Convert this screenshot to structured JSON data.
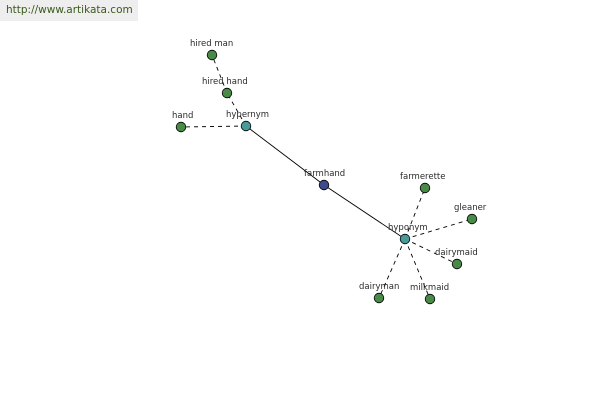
{
  "header": {
    "url": "http://www.artikata.com"
  },
  "colors": {
    "center": "#3d4b8c",
    "relation": "#4a9a9a",
    "word": "#4a8a48",
    "edge": "#000000",
    "url_text": "#3a5a1a",
    "url_bg": "#eeeeee"
  },
  "graph": {
    "nodes": [
      {
        "id": "farmhand",
        "label": "farmhand",
        "kind": "center"
      },
      {
        "id": "hypernym",
        "label": "hypernym",
        "kind": "relation"
      },
      {
        "id": "hyponym",
        "label": "hyponym",
        "kind": "relation"
      },
      {
        "id": "hand",
        "label": "hand",
        "kind": "word"
      },
      {
        "id": "hired-hand",
        "label": "hired hand",
        "kind": "word"
      },
      {
        "id": "hired-man",
        "label": "hired man",
        "kind": "word"
      },
      {
        "id": "farmerette",
        "label": "farmerette",
        "kind": "word"
      },
      {
        "id": "gleaner",
        "label": "gleaner",
        "kind": "word"
      },
      {
        "id": "dairymaid",
        "label": "dairymaid",
        "kind": "word"
      },
      {
        "id": "milkmaid",
        "label": "milkmaid",
        "kind": "word"
      },
      {
        "id": "dairyman",
        "label": "dairyman",
        "kind": "word"
      }
    ],
    "edges": [
      {
        "from": "farmhand",
        "to": "hypernym",
        "style": "solid"
      },
      {
        "from": "farmhand",
        "to": "hyponym",
        "style": "solid"
      },
      {
        "from": "hypernym",
        "to": "hand",
        "style": "dashed"
      },
      {
        "from": "hypernym",
        "to": "hired-hand",
        "style": "dashed"
      },
      {
        "from": "hired-hand",
        "to": "hired-man",
        "style": "dashed"
      },
      {
        "from": "hyponym",
        "to": "farmerette",
        "style": "dashed"
      },
      {
        "from": "hyponym",
        "to": "gleaner",
        "style": "dashed"
      },
      {
        "from": "hyponym",
        "to": "dairymaid",
        "style": "dashed"
      },
      {
        "from": "hyponym",
        "to": "milkmaid",
        "style": "dashed"
      },
      {
        "from": "hyponym",
        "to": "dairyman",
        "style": "dashed"
      }
    ]
  }
}
